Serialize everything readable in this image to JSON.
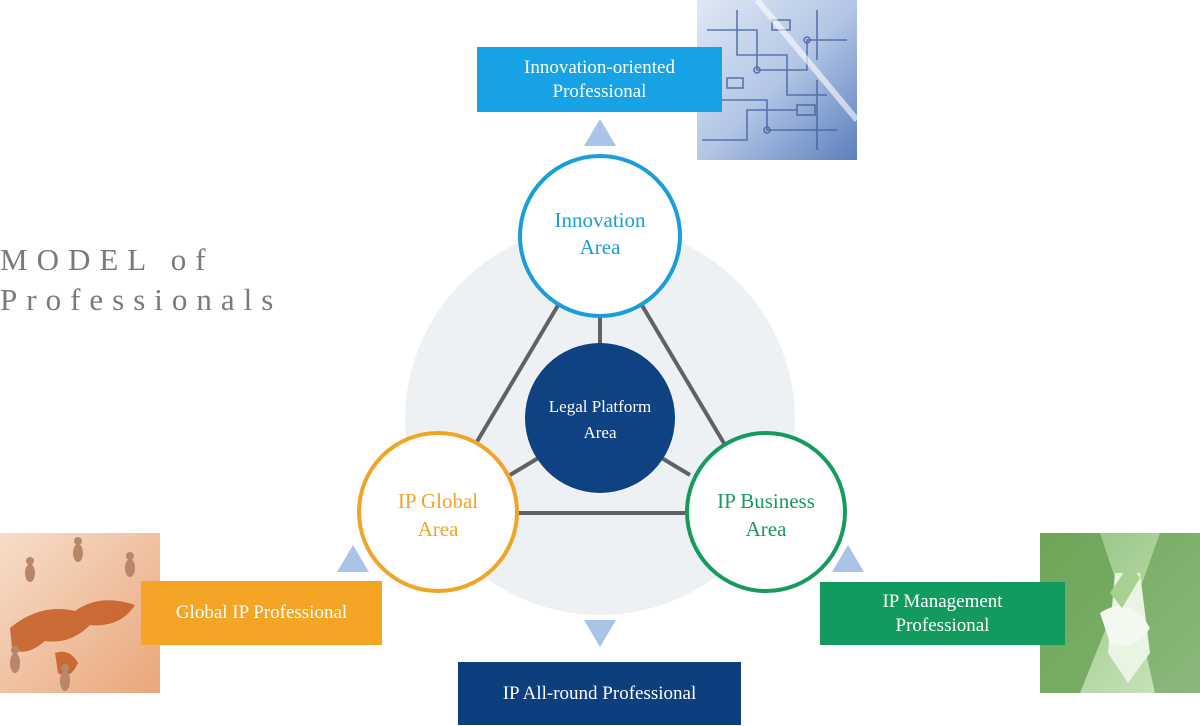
{
  "title": {
    "line1": "MODEL of",
    "line2": "Professionals"
  },
  "areas": {
    "innovation": {
      "line1": "Innovation",
      "line2": "Area",
      "color": "#1a9ddb"
    },
    "legal": {
      "line1": "Legal Platform",
      "line2": "Area",
      "color": "#0f4282"
    },
    "global": {
      "line1": "IP Global",
      "line2": "Area",
      "color": "#f2a428"
    },
    "business": {
      "line1": "IP Business",
      "line2": "Area",
      "color": "#169a5e"
    }
  },
  "professionals": {
    "innovation": {
      "label": "Innovation-oriented\nProfessional",
      "color": "#18a2e6"
    },
    "global": {
      "label": "Global IP Professional",
      "color": "#f4a526"
    },
    "management": {
      "label": "IP Management\nProfessional",
      "color": "#139b5f"
    },
    "allround": {
      "label": "IP All-round Professional",
      "color": "#0d3f7f"
    }
  },
  "photos": {
    "innovation": "circuit-diagram-photo",
    "global": "world-map-people-photo",
    "management": "business-tie-photo"
  },
  "colors": {
    "connector": "#5f6268",
    "halo": "#eef1f4",
    "arrow": "#a9c4e6"
  }
}
